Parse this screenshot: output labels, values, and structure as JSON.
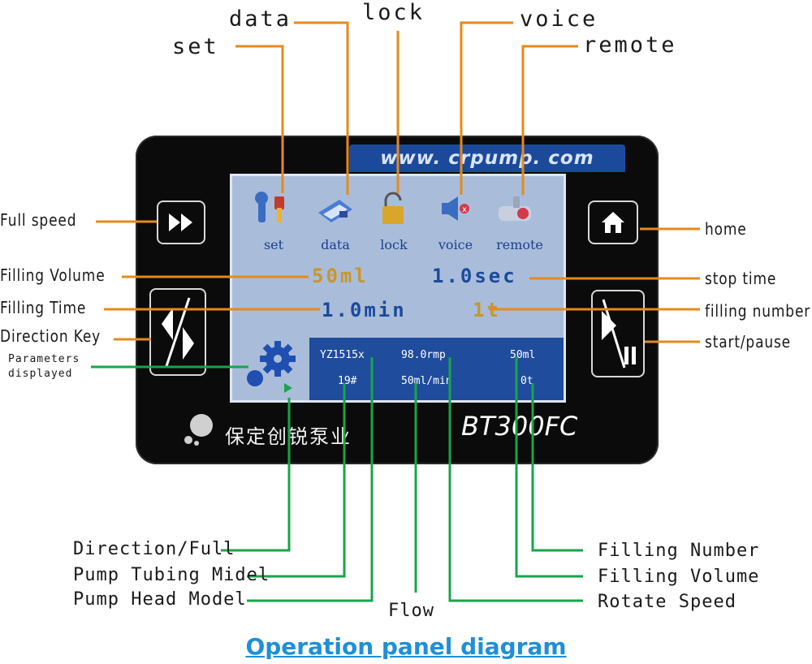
{
  "screen_url": "www. crpump. com",
  "top_callouts": {
    "data": "data",
    "lock": "lock",
    "voice": "voice",
    "set": "set",
    "remote": "remote"
  },
  "left_callouts": {
    "full_speed": "Full speed",
    "filling_volume": "Filling Volume",
    "filling_time": "Filling Time",
    "direction_key": "Direction Key",
    "parameters_displayed_1": "Parameters",
    "parameters_displayed_2": "displayed"
  },
  "right_callouts": {
    "home": "home",
    "stop_time": "stop time",
    "filling_number": "filling number",
    "start_pause": "start/pause"
  },
  "screen_icons": {
    "set": "set",
    "data": "data",
    "lock": "lock",
    "voice": "voice",
    "remote": "remote"
  },
  "screen_values": {
    "filling_volume": "50ml",
    "stop_time": "1.0sec",
    "filling_time": "1.0min",
    "filling_number": "1t"
  },
  "status": {
    "pump_head": "YZ1515x",
    "rotate_speed": "98.0rmp",
    "fill_volume": "50ml",
    "tubing": "19#",
    "flow": "50ml/min",
    "fill_count": "0t"
  },
  "brand_text": "保定创锐泵业",
  "model": "BT300FC",
  "bottom_callouts": {
    "direction_full": "Direction/Full",
    "pump_tubing_model": "Pump Tubing Midel",
    "pump_head_model": "Pump Head Model",
    "flow": "Flow",
    "filling_number": "Filling Number",
    "filling_volume": "Filling Volume",
    "rotate_speed": "Rotate Speed"
  },
  "title": "Operation panel diagram",
  "colors": {
    "orange_leader": "#e58a1c",
    "green_leader": "#1aa34a",
    "screen_blue": "#a9bddb",
    "status_blue": "#1f4c9c",
    "icon_text_blue": "#1b3f8c",
    "lcd_orange": "#c8962a",
    "lcd_blue": "#1c4a9a",
    "title_blue": "#1e8fd8"
  }
}
